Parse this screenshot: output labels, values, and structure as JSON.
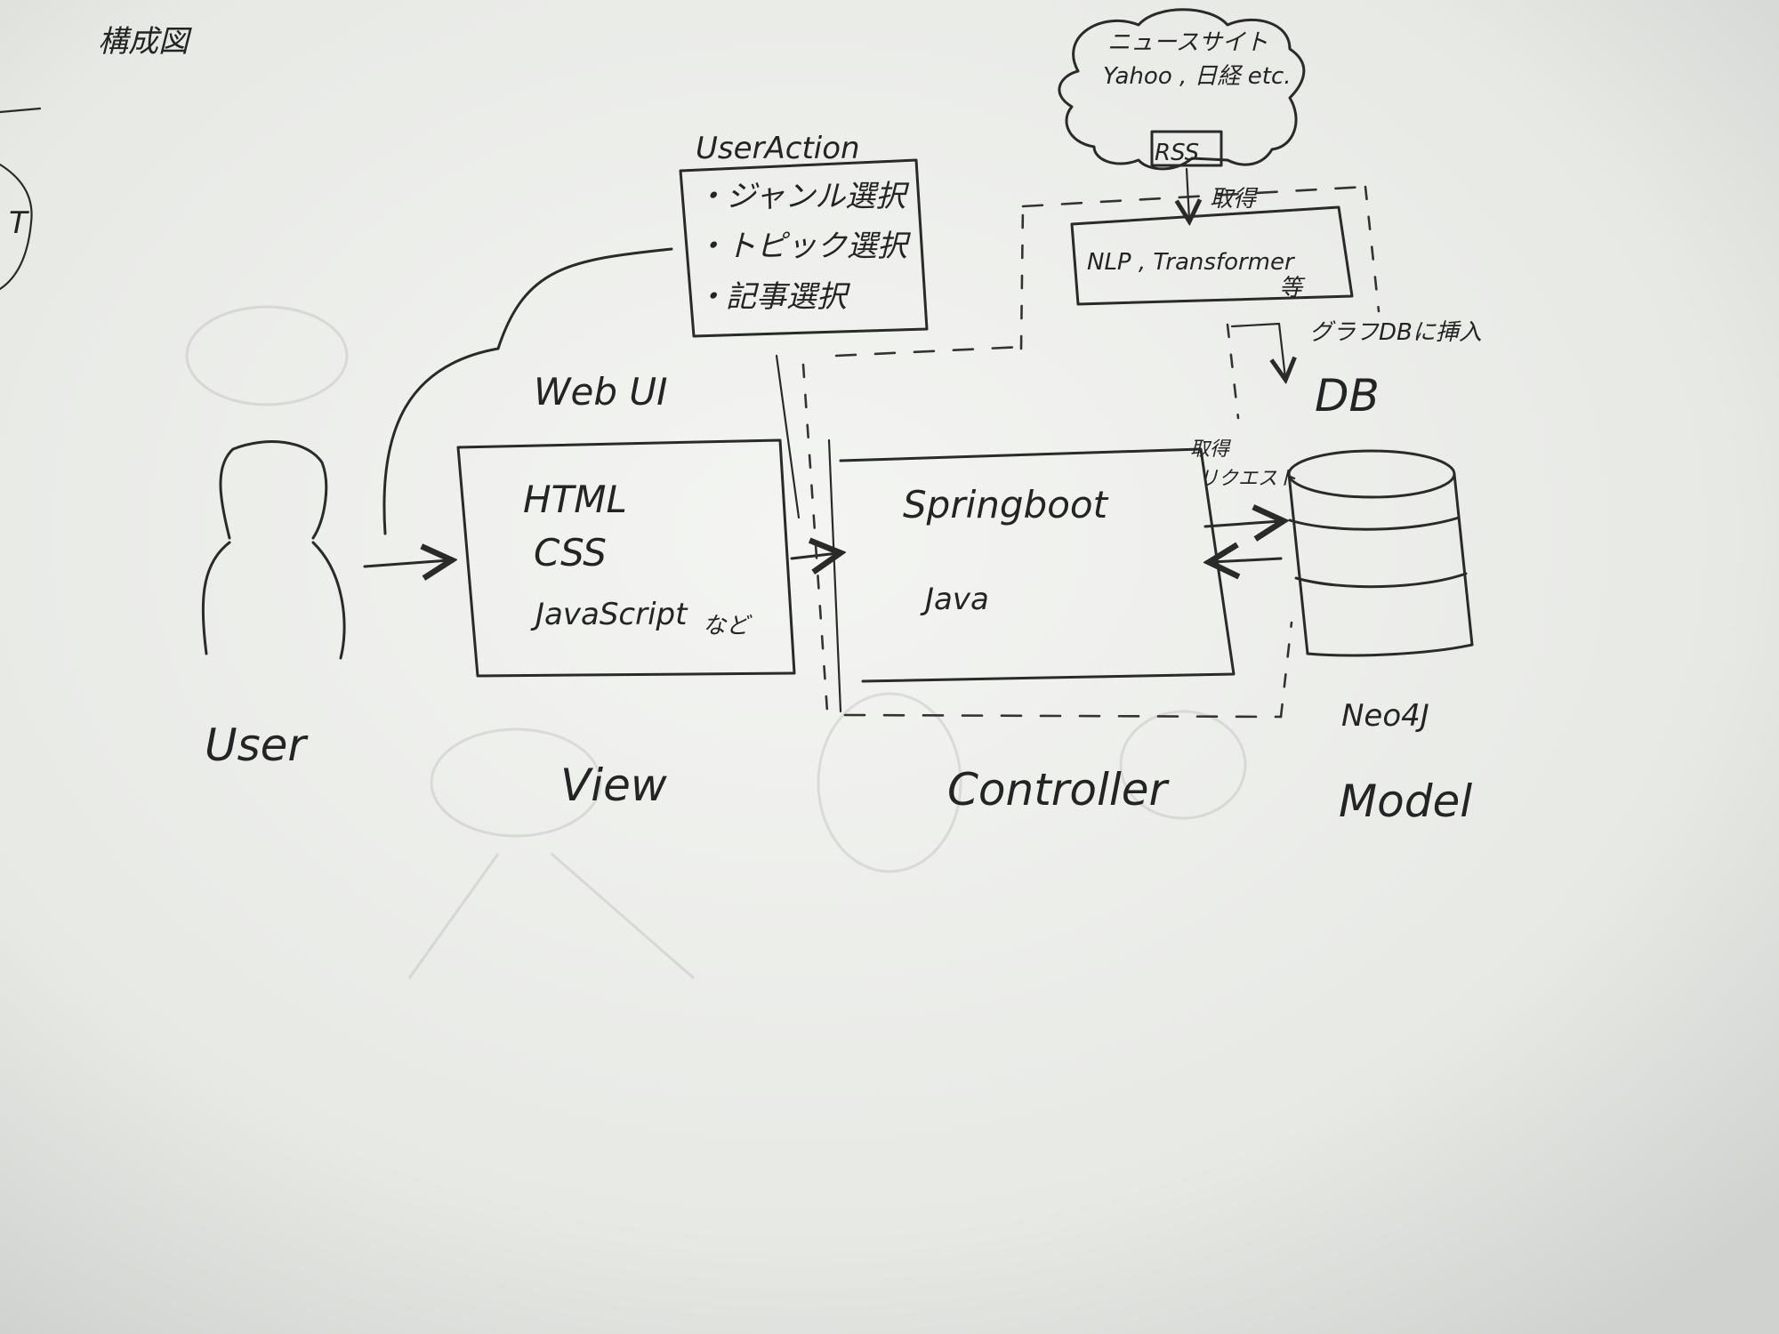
{
  "title": "構成図",
  "user": {
    "label": "User"
  },
  "columns": {
    "view": "View",
    "controller": "Controller",
    "model": "Model"
  },
  "view_box": {
    "caption": "Web UI",
    "lines": [
      "HTML",
      "CSS",
      "JavaScript",
      "など"
    ]
  },
  "controller_box": {
    "lines": [
      "Springboot",
      "Java"
    ]
  },
  "user_action": {
    "title": "UserAction",
    "items": [
      "・ジャンル選択",
      "・トピック選択",
      "・記事選択"
    ]
  },
  "news_cloud": {
    "lines": [
      "ニュースサイト",
      "Yahoo , 日経 etc."
    ],
    "rss": "RSS"
  },
  "nlp_box": {
    "text": "NLP , Transformer",
    "suffix": "等"
  },
  "labels": {
    "fetch": "取得",
    "insert_graph_db": "グラフDBに挿入",
    "db": "DB",
    "fetch_request_line1": "取得",
    "fetch_request_line2": "リクエスト",
    "neo4j": "Neo4J",
    "stray_T": "T"
  }
}
